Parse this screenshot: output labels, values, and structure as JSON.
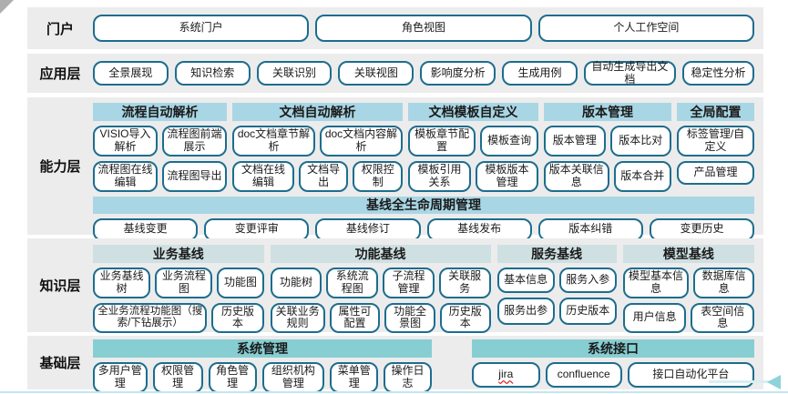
{
  "colors": {
    "band_background": "#ececec",
    "button_border": "#1d6d8e",
    "capability_header": "#a9d6e4",
    "knowledge_header": "#cfe0e2",
    "foundation_header": "#87ced2",
    "spellcheck_underline": "#e02020",
    "arrow": "#8ed2da"
  },
  "layers": {
    "portal": {
      "label": "门户",
      "items": [
        "系统门户",
        "角色视图",
        "个人工作空间"
      ]
    },
    "application": {
      "label": "应用层",
      "items": [
        "全景展现",
        "知识检索",
        "关联识别",
        "关联视图",
        "影响度分析",
        "生成用例",
        "自动生成导出文档",
        "稳定性分析"
      ]
    },
    "capability": {
      "label": "能力层",
      "groups": [
        {
          "header": "流程自动解析",
          "row1": [
            "VISIO导入解析",
            "流程图前端展示"
          ],
          "row2": [
            "流程图在线编辑",
            "流程图导出"
          ]
        },
        {
          "header": "文档自动解析",
          "row1": [
            "doc文档章节解析",
            "doc文档内容解析"
          ],
          "row2": [
            "文档在线编辑",
            "文档导出",
            "权限控制"
          ]
        },
        {
          "header": "文档模板自定义",
          "row1": [
            "模板章节配置",
            "模板查询"
          ],
          "row2": [
            "模板引用关系",
            "模板版本管理"
          ]
        },
        {
          "header": "版本管理",
          "row1": [
            "版本管理",
            "版本比对"
          ],
          "row2": [
            "版本关联信息",
            "版本合并"
          ]
        },
        {
          "header": "全局配置",
          "row1": [
            "标签管理/自定义"
          ],
          "row2": [
            "产品管理"
          ]
        }
      ],
      "baseline": {
        "header": "基线全生命周期管理",
        "items": [
          "基线变更",
          "变更评审",
          "基线修订",
          "基线发布",
          "版本纠错",
          "变更历史"
        ]
      }
    },
    "knowledge": {
      "label": "知识层",
      "groups": [
        {
          "header": "业务基线",
          "row1": [
            "业务基线树",
            "业务流程图",
            "功能图"
          ],
          "row2": [
            "全业务流程功能图（搜索/下钻展示）",
            "历史版本"
          ]
        },
        {
          "header": "功能基线",
          "row1": [
            "功能树",
            "系统流程图",
            "子流程管理",
            "关联服务"
          ],
          "row2": [
            "关联业务规则",
            "属性可配置",
            "功能全景图",
            "历史版本"
          ]
        },
        {
          "header": "服务基线",
          "row1": [
            "基本信息",
            "服务入参"
          ],
          "row2": [
            "服务出参",
            "历史版本"
          ]
        },
        {
          "header": "模型基线",
          "row1": [
            "模型基本信息",
            "数据库信息"
          ],
          "row2": [
            "用户信息",
            "表空间信息"
          ]
        }
      ]
    },
    "foundation": {
      "label": "基础层",
      "groups": [
        {
          "header": "系统管理",
          "items": [
            "多用户管理",
            "权限管理",
            "角色管理",
            "组织机构管理",
            "菜单管理",
            "操作日志"
          ]
        },
        {
          "header": "系统接口",
          "items": [
            "jira",
            "confluence",
            "接口自动化平台"
          ]
        }
      ]
    }
  }
}
